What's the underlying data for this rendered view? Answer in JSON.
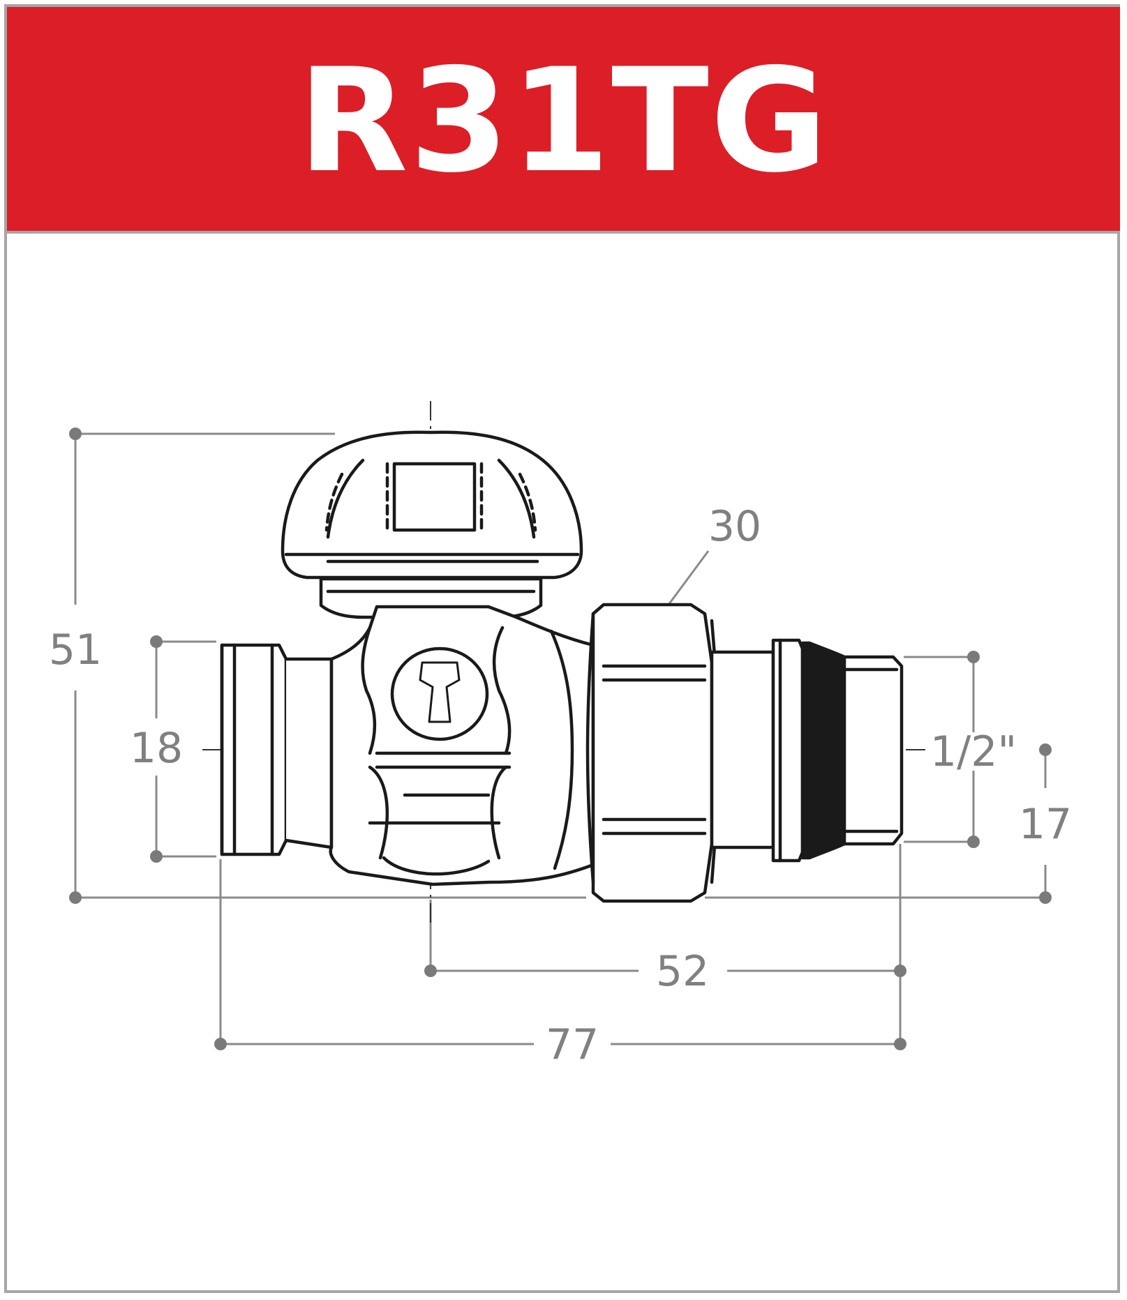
{
  "header": {
    "title": "R31TG",
    "background": "#dc1e27"
  },
  "drawing": {
    "subject": "valve-technical-drawing",
    "line_color": "#1a1a1a",
    "dimension_color": "#808080",
    "dimensions": {
      "height_total": "51",
      "body_height": "18",
      "nut_width": "30",
      "thread": "1/2\"",
      "axis_height": "17",
      "axis_to_end": "52",
      "total_length": "77"
    }
  }
}
